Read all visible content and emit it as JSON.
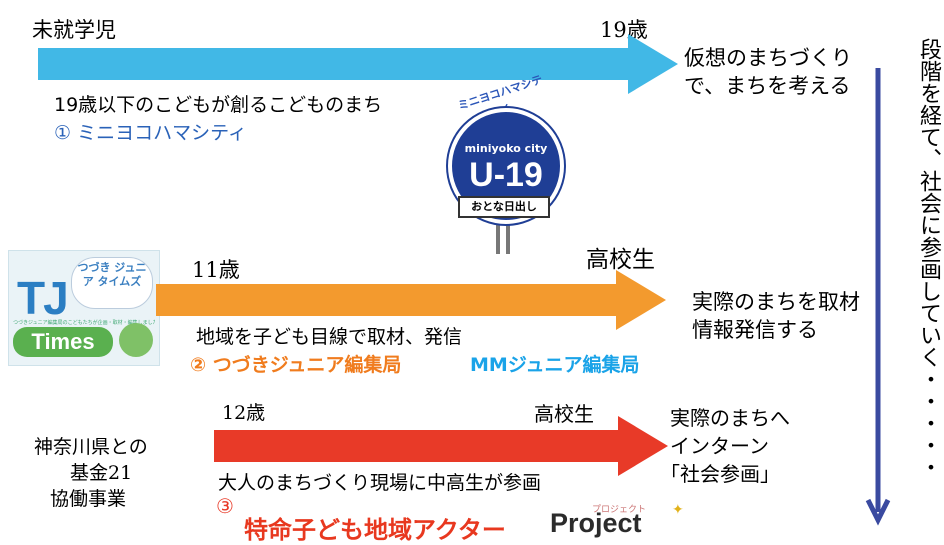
{
  "row1": {
    "start_label": "未就学児",
    "end_age": "19歳",
    "outcome": [
      "仮想のまちづくり",
      "で、まちを考える"
    ],
    "description": "19歳以下のこどもが創るこどものまち",
    "program": "① ミニヨコハマシティ",
    "sign": {
      "top_text": "ミニヨコハマシティ",
      "city_text": "miniyoko city",
      "big_text": "U-19",
      "plate_text": "おとな日出し"
    },
    "arrow_color": "#41b8e6"
  },
  "row2": {
    "start_age": "11歳",
    "end_label": "高校生",
    "outcome": [
      "実際のまちを取材",
      "情報発信する"
    ],
    "description": "地域を子ども目線で取材、発信",
    "program_a": "② つづきジュニア編集局",
    "program_b": "MMジュニア編集局",
    "logo": {
      "big": "TJ",
      "cloud": "つづき ジュニア タイムズ",
      "small": "つづきジュニア編集局のこどもたちが企画・取材・編集しました！",
      "times": "Times"
    },
    "arrow_color": "#f39a2e",
    "color_a": "#f07c1e",
    "color_b": "#1aa3e8"
  },
  "row3": {
    "start_age": "12歳",
    "end_label": "高校生",
    "outcome": [
      "実際のまちへ",
      "インターン",
      "「社会参画」"
    ],
    "side_note": [
      "神奈川県との",
      "基金21",
      "協働事業"
    ],
    "description": "大人のまちづくり現場に中高生が参画",
    "program_num": "③",
    "program_title": "特命子ども地域アクター",
    "program_project": "Project",
    "project_kana": "プロジェクト",
    "arrow_color": "#e83a28",
    "num_color": "#e83a28",
    "title_color": "#e8381f"
  },
  "side": {
    "text": "段階を経て、社会に参画していく・・・・・",
    "arrow_color": "#3a4aa0"
  }
}
